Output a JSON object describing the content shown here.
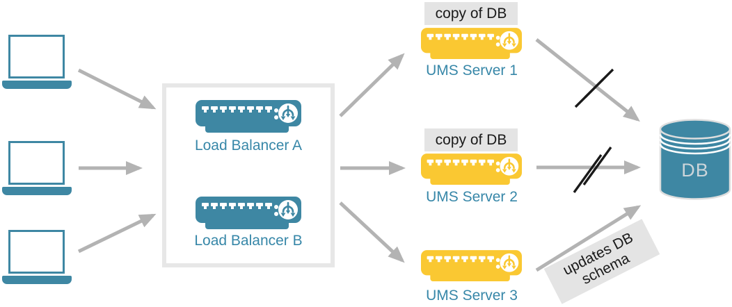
{
  "colors": {
    "teal": "#3e87a3",
    "yellow": "#fac832",
    "arrow_gray": "#b3b3b3",
    "slash": "#1a1a1a",
    "label_bg": "#e4e4e4",
    "label_text": "#1a1a1a",
    "node_label": "#3787a8",
    "box_border": "#e7e7e7",
    "db_outline": "#dedede",
    "db_text": "#ccd5da"
  },
  "nodes": {
    "clients": [
      {
        "name": "client-laptop-1"
      },
      {
        "name": "client-laptop-2"
      },
      {
        "name": "client-laptop-3"
      }
    ],
    "load_balancers": [
      {
        "label": "Load Balancer A"
      },
      {
        "label": "Load Balancer B"
      }
    ],
    "ums_servers": [
      {
        "label": "UMS Server 1",
        "badge": "copy of DB"
      },
      {
        "label": "UMS Server 2",
        "badge": "copy of DB"
      },
      {
        "label": "UMS Server 3"
      }
    ],
    "database": {
      "label": "DB"
    }
  },
  "annotations": {
    "schema_note": {
      "line1": "updates DB",
      "line2": "schema"
    }
  },
  "edges": [
    {
      "from": "client-laptop-1",
      "to": "load-balancer-group"
    },
    {
      "from": "client-laptop-2",
      "to": "load-balancer-group"
    },
    {
      "from": "client-laptop-3",
      "to": "load-balancer-group"
    },
    {
      "from": "load-balancer-group",
      "to": "ums-server-1"
    },
    {
      "from": "load-balancer-group",
      "to": "ums-server-2"
    },
    {
      "from": "load-balancer-group",
      "to": "ums-server-3"
    },
    {
      "from": "ums-server-1",
      "to": "database",
      "crossed_out": true
    },
    {
      "from": "ums-server-2",
      "to": "database",
      "crossed_out": true
    },
    {
      "from": "ums-server-3",
      "to": "database",
      "note": "updates DB schema"
    }
  ],
  "icons": {
    "laptop": "laptop-icon",
    "appliance": "rack-appliance-icon",
    "branch": "load-balancing-branch-icon",
    "database": "database-cylinder-icon"
  }
}
